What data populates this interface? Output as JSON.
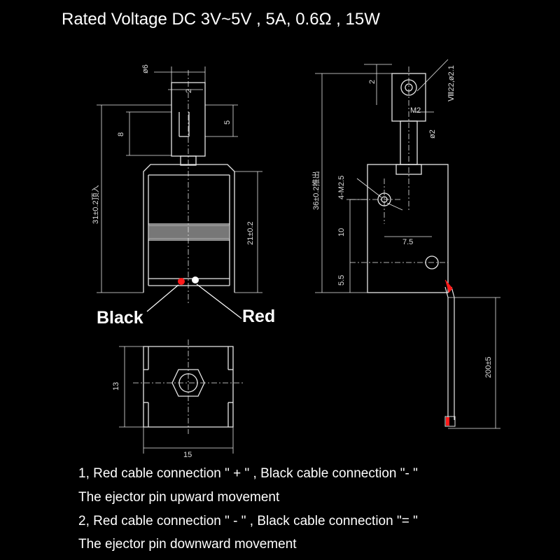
{
  "title": "Rated Voltage DC 3V~5V , 5A,  0.6Ω , 15W",
  "front_view": {
    "dim_pin_diameter": "ø6",
    "dim_pin_slot": "2",
    "dim_pin_height": "8",
    "dim_pin_slot_depth": "5",
    "dim_total_height": "31±0.2顶入",
    "dim_body_height": "21±0.2"
  },
  "side_view": {
    "dim_hole_offset": "2",
    "dim_pin_hole": "ø2",
    "dim_thread": "M2",
    "dim_mount_note": "Ⅷ22,ø2.1",
    "dim_total_height": "36±0.2推出",
    "dim_mount_thread": "4-M2.5",
    "dim_hole_spacing": "10",
    "dim_hole_x": "7.5",
    "dim_bottom_offset": "5.5",
    "dim_lead_length": "200±5"
  },
  "bottom_view": {
    "dim_height": "13",
    "dim_width": "15"
  },
  "wires": {
    "left_label": "Black",
    "right_label": "Red",
    "red_color": "#ff1a1a",
    "white_color": "#ffffff"
  },
  "notes": {
    "line1": "1, Red cable connection \" + \" , Black cable connection \"- \"",
    "line2": "The ejector pin upward movement",
    "line3": "2, Red cable connection \" - \" , Black cable connection \"= \"",
    "line4": "The ejector pin downward movement"
  }
}
